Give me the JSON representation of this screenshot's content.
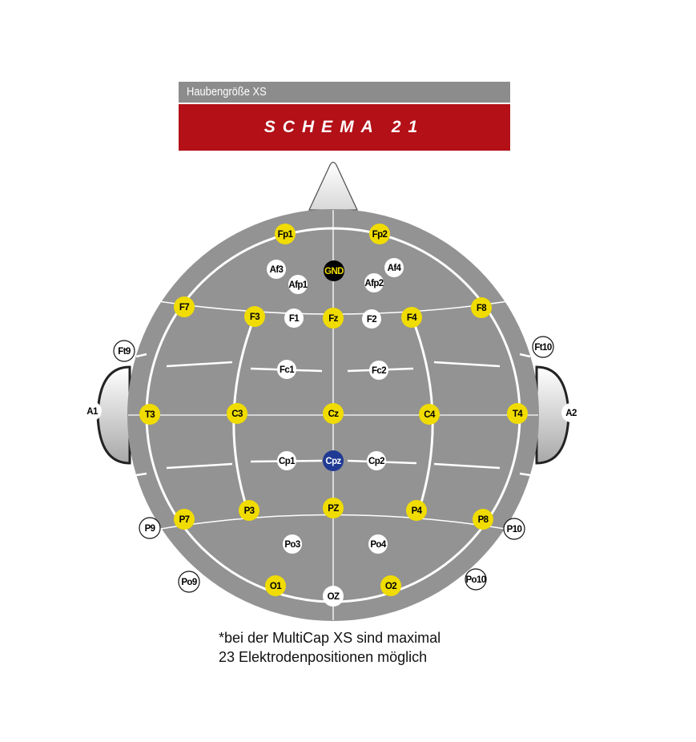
{
  "header": {
    "cap_size_label": "Haubengröße XS",
    "schema_title": "SCHEMA 21"
  },
  "colors": {
    "head_fill": "#939393",
    "active_electrode": "#f0dc00",
    "optional_electrode": "#ffffff",
    "ground_electrode": "#000000",
    "reference_electrode": "#1f3a93",
    "title_bar": "#8c8c8c",
    "schema_bar": "#b31017"
  },
  "electrodes": {
    "fp1": "Fp1",
    "fp2": "Fp2",
    "af3": "Af3",
    "af4": "Af4",
    "afp1": "Afp1",
    "afp2": "Afp2",
    "gnd": "GND",
    "f7": "F7",
    "f3": "F3",
    "f1": "F1",
    "fz": "Fz",
    "f2": "F2",
    "f4": "F4",
    "f8": "F8",
    "ft9": "Ft9",
    "ft10": "Ft10",
    "fc1": "Fc1",
    "fc2": "Fc2",
    "a1": "A1",
    "t3": "T3",
    "c3": "C3",
    "cz": "Cz",
    "c4": "C4",
    "t4": "T4",
    "a2": "A2",
    "cp1": "Cp1",
    "cpz": "Cpz",
    "cp2": "Cp2",
    "p9": "P9",
    "p7": "P7",
    "p3": "P3",
    "pz": "PZ",
    "p4": "P4",
    "p8": "P8",
    "p10": "P10",
    "po3": "Po3",
    "po4": "Po4",
    "po9": "Po9",
    "po10": "Po10",
    "o1": "O1",
    "oz": "OZ",
    "o2": "O2"
  },
  "footnote": {
    "line1": "*bei der MultiCap XS sind maximal",
    "line2": "23 Elektrodenpositionen möglich"
  }
}
